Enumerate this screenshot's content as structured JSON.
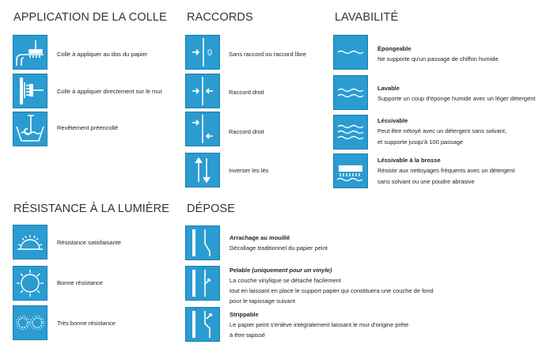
{
  "sections": {
    "colle": {
      "title": "APPLICATION DE LA COLLE",
      "items": [
        {
          "icon": "paste-on-paper-icon",
          "label": "Colle à appliquer au dos du papier"
        },
        {
          "icon": "paste-on-wall-icon",
          "label": "Colle à appliquer directement sur le mur"
        },
        {
          "icon": "prepasted-icon",
          "label": "Revêtement préencollé"
        }
      ]
    },
    "raccords": {
      "title": "RACCORDS",
      "items": [
        {
          "icon": "free-match-icon",
          "label": "Sans raccord ou raccord libre"
        },
        {
          "icon": "straight-match-icon",
          "label": "Raccord droit"
        },
        {
          "icon": "offset-match-icon",
          "label": "Raccord droit"
        },
        {
          "icon": "reverse-hang-icon",
          "label": "Inverser les lés"
        }
      ]
    },
    "lavabilite": {
      "title": "LAVABILITÉ",
      "items": [
        {
          "icon": "spongeable-icon",
          "title": "Épongeable",
          "lines": [
            "Ne supporte qu'un passage de chiffon humide"
          ]
        },
        {
          "icon": "washable-icon",
          "title": "Lavable",
          "lines": [
            "Supporte un coup d'éponge humide avec un léger détergent"
          ]
        },
        {
          "icon": "super-washable-icon",
          "title": "Léssivable",
          "lines": [
            "Peut être nétoyé avec un détergent sans solvant,",
            "et supporte jusqu'à 100 passage"
          ]
        },
        {
          "icon": "scrubbable-icon",
          "title": "Léssivable à la brosse",
          "lines": [
            "Résiste aux nettoyages fréquents avec un détergent",
            "sans solvant ou une poudre abrasive"
          ]
        }
      ]
    },
    "lumiere": {
      "title": "RÉSISTANCE À LA LUMIÈRE",
      "items": [
        {
          "icon": "half-sun-icon",
          "label": "Résistance satisfaisante"
        },
        {
          "icon": "full-sun-icon",
          "label": "Bonne résistance"
        },
        {
          "icon": "double-sun-icon",
          "label": "Très bonne résistance"
        }
      ]
    },
    "depose": {
      "title": "DÉPOSE",
      "items": [
        {
          "icon": "wet-removal-icon",
          "title": "Arrachage au mouillé",
          "title_italic": "",
          "lines": [
            "Décollage traditionnel du papier peint"
          ]
        },
        {
          "icon": "peelable-icon",
          "title": "Pelable ",
          "title_italic": "(uniquement pour un vinyle)",
          "lines": [
            "La couche vinylique se détache facilement",
            "tout en laissant en place le support papier qui constituera une couche de fond",
            "pour le tapissage suivant"
          ]
        },
        {
          "icon": "strippable-icon",
          "title": "Strippable",
          "title_italic": "",
          "lines": [
            "Le papier peint s'enlève intégralement laissant le mur d'origine prête",
            "à être tapissé"
          ]
        }
      ]
    }
  },
  "colors": {
    "icon_bg": "#2a9cd2",
    "icon_fg": "#ffffff"
  }
}
